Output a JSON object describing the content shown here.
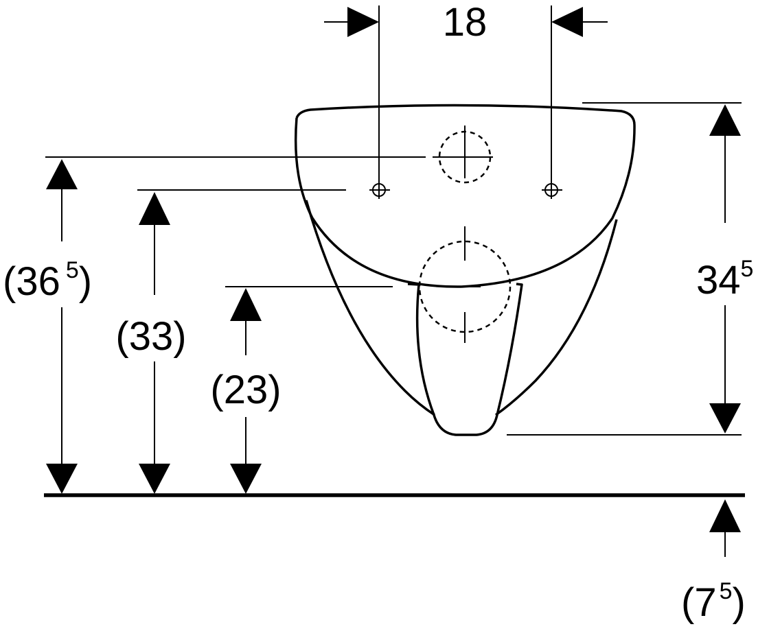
{
  "dimensions": {
    "top_spacing": {
      "value": "18"
    },
    "overall_height": {
      "main": "34",
      "sup": "5"
    },
    "left_outer": {
      "open": "(",
      "main": "36",
      "sup": "5",
      "close": ")"
    },
    "left_mid": {
      "label": "(33)"
    },
    "left_inner": {
      "label": "(23)"
    },
    "floor_offset": {
      "open": "(",
      "main": "7",
      "sup": "5",
      "close": ")"
    }
  }
}
